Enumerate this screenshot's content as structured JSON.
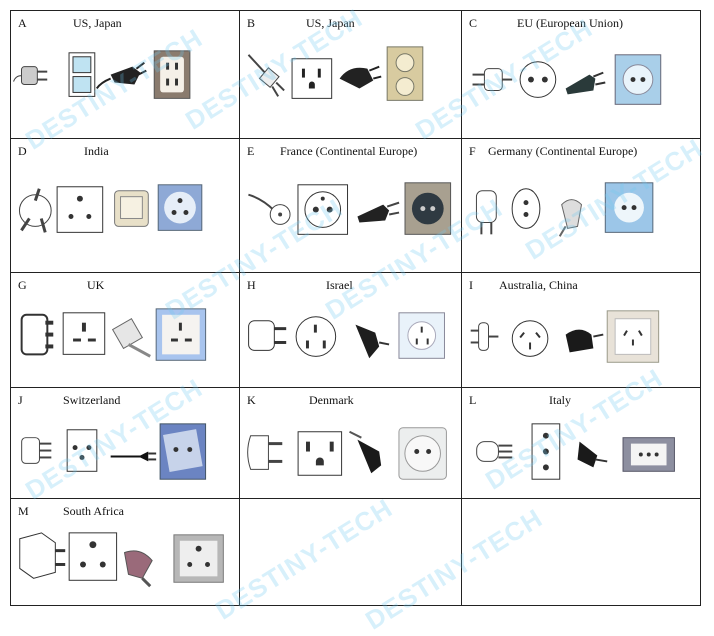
{
  "watermark": "DESTINY-TECH",
  "cells": [
    {
      "letter": "A",
      "country": "US, Japan"
    },
    {
      "letter": "B",
      "country": "US, Japan"
    },
    {
      "letter": "C",
      "country": "EU (European Union)"
    },
    {
      "letter": "D",
      "country": "India"
    },
    {
      "letter": "E",
      "country": "France (Continental Europe)"
    },
    {
      "letter": "F",
      "country": "Germany (Continental Europe)"
    },
    {
      "letter": "G",
      "country": "UK"
    },
    {
      "letter": "H",
      "country": "Israel"
    },
    {
      "letter": "I",
      "country": "Australia, China"
    },
    {
      "letter": "J",
      "country": "Switzerland"
    },
    {
      "letter": "K",
      "country": "Denmark"
    },
    {
      "letter": "L",
      "country": "Italy"
    },
    {
      "letter": "M",
      "country": "South Africa"
    },
    {
      "letter": "",
      "country": ""
    },
    {
      "letter": "",
      "country": ""
    }
  ],
  "colors": {
    "border": "#222222",
    "watermark": "#6ec8f0",
    "socket_blue": "#6f9fd8",
    "socket_grey": "#9e9e9e"
  }
}
